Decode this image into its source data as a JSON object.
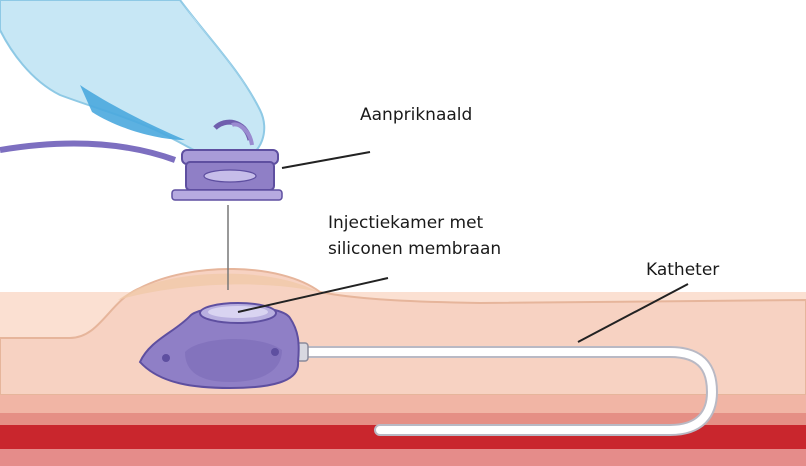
{
  "labels": {
    "needle": "Aanpriknaald",
    "chamber_line1": "Injectiekamer met",
    "chamber_line2": "siliconen membraan",
    "catheter": "Katheter"
  },
  "colors": {
    "skin_surface": "#fbe7da",
    "skin_edge": "#e9c3a6",
    "fat_layer": "#f5c6b6",
    "muscle_light": "#ec9a92",
    "muscle_dark": "#c8262c",
    "port_purple": "#8f7fc6",
    "port_dark": "#6f5fae",
    "glove_blue": "#bde4f4",
    "glove_dark": "#4aa8de",
    "catheter": "#ffffff"
  }
}
